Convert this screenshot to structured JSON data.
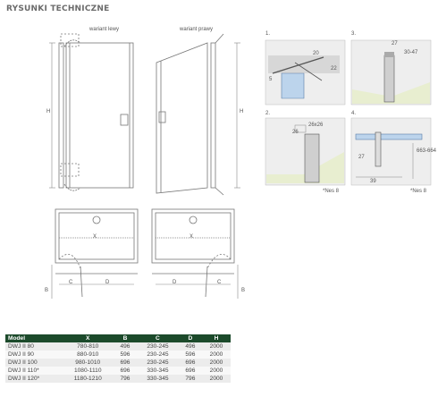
{
  "page_title": "RYSUNKI TECHNICZNE",
  "variants": {
    "left": "wariant lewy",
    "right": "wariant prawy"
  },
  "drawing_labels": {
    "height": "H",
    "width": "X",
    "depth": "B",
    "c": "C",
    "d": "D"
  },
  "details": [
    {
      "number": "1.",
      "dims": [
        "20",
        "5",
        "22"
      ]
    },
    {
      "number": "2.",
      "dims": [
        "26",
        "26x26"
      ],
      "note": "*Nes 8"
    },
    {
      "number": "3.",
      "dims": [
        "27",
        "30-47"
      ]
    },
    {
      "number": "4.",
      "dims": [
        "27",
        "39",
        "663-664"
      ],
      "note": "*Nes 8"
    }
  ],
  "table": {
    "headers": [
      "Model",
      "X",
      "B",
      "C",
      "D",
      "H"
    ],
    "rows": [
      [
        "DWJ II 80",
        "780-810",
        "496",
        "230-245",
        "496",
        "2000"
      ],
      [
        "DWJ II 90",
        "880-910",
        "596",
        "230-245",
        "596",
        "2000"
      ],
      [
        "DWJ II 100",
        "980-1010",
        "696",
        "230-245",
        "696",
        "2000"
      ],
      [
        "DWJ II 110*",
        "1080-1110",
        "696",
        "330-345",
        "696",
        "2000"
      ],
      [
        "DWJ II 120*",
        "1180-1210",
        "796",
        "330-345",
        "796",
        "2000"
      ]
    ]
  },
  "colors": {
    "header_bg": "#1c4a2b",
    "glass": "#bcd4ec",
    "wall": "#d9d9d9",
    "floor": "#e8eed0"
  }
}
